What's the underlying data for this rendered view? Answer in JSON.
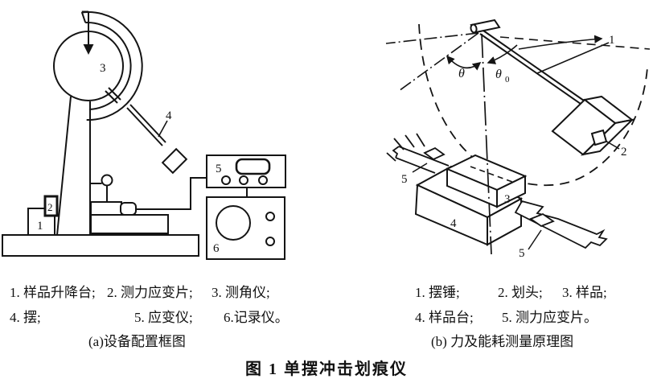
{
  "figure_title": "图 1  单摆冲击划痕仪",
  "panel_a": {
    "legend_row1": [
      "1. 样品升降台;",
      "2. 测力应变片;",
      "3. 测角仪;"
    ],
    "legend_row2": [
      "4. 摆;",
      "5. 应变仪;",
      "6.记录仪。"
    ],
    "subtitle": "(a)设备配置框图",
    "part_labels": {
      "sample_lift_stage": "1",
      "force_strain_gauge": "2",
      "angle_gauge": "3",
      "pendulum": "4",
      "strain_meter": "5",
      "recorder": "6"
    }
  },
  "panel_b": {
    "legend_row1": [
      "1. 摆锤;",
      "2. 划头; ",
      "3. 样品;"
    ],
    "legend_row2": [
      "4. 样品台; ",
      "5. 测力应变片。"
    ],
    "subtitle": "(b) 力及能耗测量原理图",
    "part_labels": {
      "pendulum_hammer": "1",
      "scratch_head": "2",
      "sample": "3",
      "sample_stage": "4",
      "strain_gauge_left": "5",
      "strain_gauge_right": "5"
    },
    "angle_labels": {
      "theta": "θ",
      "theta0_base": "θ",
      "theta0_sub": "0"
    }
  }
}
